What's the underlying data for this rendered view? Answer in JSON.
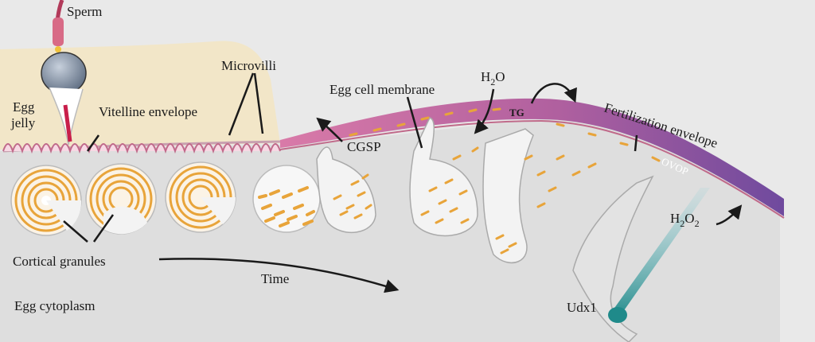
{
  "labels": {
    "sperm": "Sperm",
    "egg_jelly_1": "Egg",
    "egg_jelly_2": "jelly",
    "vitelline": "Vitelline envelope",
    "microvilli": "Microvilli",
    "egg_membrane": "Egg cell membrane",
    "h2o": "H",
    "h2o_sub": "2",
    "h2o_end": "O",
    "cgsp": "CGSP",
    "tg": "TG",
    "fert_env": "Fertilization envelope",
    "ovop": "OVOP",
    "h2o2": "H",
    "h2o2_sub1": "2",
    "h2o2_mid": "O",
    "h2o2_sub2": "2",
    "cortical": "Cortical granules",
    "time": "Time",
    "cytoplasm": "Egg cytoplasm",
    "udx1": "Udx1"
  },
  "colors": {
    "background": "#e9e9e9",
    "jelly": "#f2e6c8",
    "granule": "#e8a43a",
    "membrane_pink": "#d97aa8",
    "envelope_purple": "#7d4a9e",
    "cytoplasm_gray": "#d9d9d9",
    "udx1_teal": "#1f8a8a"
  }
}
